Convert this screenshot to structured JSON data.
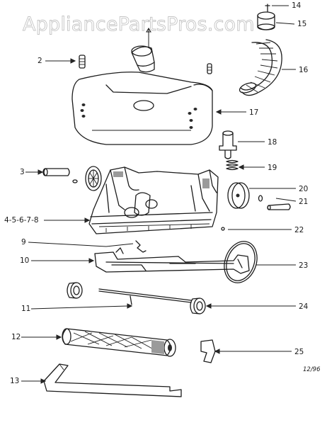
{
  "watermark": "AppliancePartsPros.com",
  "date_code": "12/96",
  "labels": {
    "l2": "2",
    "l3": "3",
    "l4": "4-5-6-7-8",
    "l9": "9",
    "l10": "10",
    "l11": "11",
    "l12": "12",
    "l13": "13",
    "l14": "14",
    "l15": "15",
    "l16": "16",
    "l17": "17",
    "l18": "18",
    "l19": "19",
    "l20": "20",
    "l21": "21",
    "l22": "22",
    "l23": "23",
    "l24": "24",
    "l25": "25"
  }
}
